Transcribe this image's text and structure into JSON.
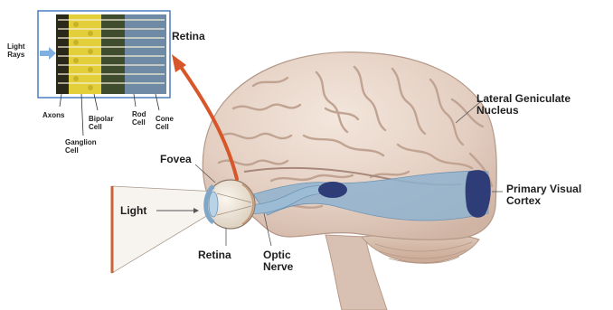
{
  "inset": {
    "light_rays": [
      "Light",
      "Rays"
    ],
    "retina": "Retina",
    "axons": "Axons",
    "ganglion_cell": [
      "Ganglion",
      "Cell"
    ],
    "bipolar_cell": [
      "Bipolar",
      "Cell"
    ],
    "rod_cell": [
      "Rod",
      "Cell"
    ],
    "cone_cell": [
      "Cone",
      "Cell"
    ]
  },
  "main": {
    "fovea": "Fovea",
    "light": "Light",
    "retina": "Retina",
    "optic_nerve": [
      "Optic",
      "Nerve"
    ],
    "lgn": [
      "Lateral Geniculate",
      "Nucleus"
    ],
    "visual_cortex": [
      "Primary Visual",
      "Cortex"
    ]
  },
  "colors": {
    "brain": "#e6d4c8",
    "brain_fold": "#c7aa9a",
    "visual_pathway": "#8fb3cf",
    "cortex_dark": "#2e3d78",
    "arrow": "#d8572a",
    "light_bar": "#c4663a",
    "inset_bg": "#e2cf3a"
  }
}
